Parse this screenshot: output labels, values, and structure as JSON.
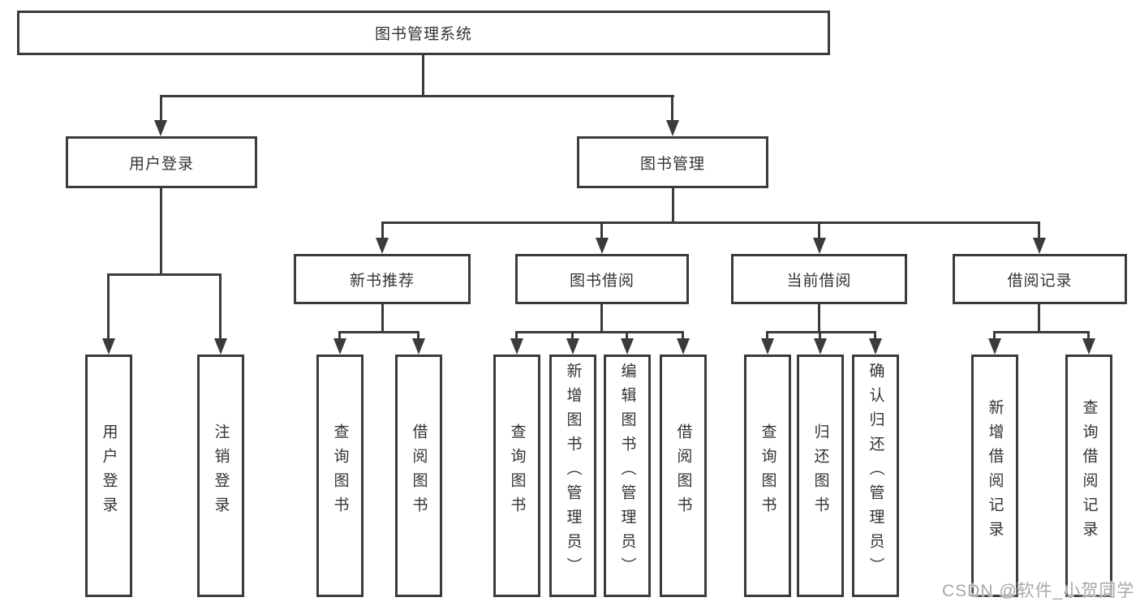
{
  "diagram_title": "图书管理系统",
  "tree": {
    "root": {
      "label": "图书管理系统",
      "children": [
        {
          "label": "用户登录",
          "children": [
            {
              "label": "用户登录"
            },
            {
              "label": "注销登录"
            }
          ]
        },
        {
          "label": "图书管理",
          "children": [
            {
              "label": "新书推荐",
              "children": [
                {
                  "label": "查询图书"
                },
                {
                  "label": "借阅图书"
                }
              ]
            },
            {
              "label": "图书借阅",
              "children": [
                {
                  "label": "查询图书"
                },
                {
                  "label": "新增图书（管理员）"
                },
                {
                  "label": "编辑图书（管理员）"
                },
                {
                  "label": "借阅图书"
                }
              ]
            },
            {
              "label": "当前借阅",
              "children": [
                {
                  "label": "查询图书"
                },
                {
                  "label": "归还图书"
                },
                {
                  "label": "确认归还（管理员）"
                }
              ]
            },
            {
              "label": "借阅记录",
              "children": [
                {
                  "label": "新增借阅记录"
                },
                {
                  "label": "查询借阅记录"
                }
              ]
            }
          ]
        }
      ]
    }
  },
  "watermark": {
    "text": "CSDN @软件_小贺同学"
  },
  "colors": {
    "line": "#3b3b3b",
    "text": "#333333",
    "background": "#ffffff",
    "watermark": "#a8a8a8"
  }
}
